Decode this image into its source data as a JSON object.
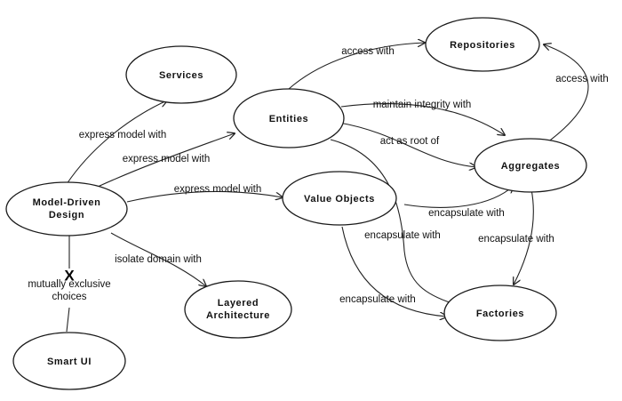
{
  "nodes": {
    "services": {
      "lines": [
        "Services"
      ]
    },
    "entities": {
      "lines": [
        "Entities"
      ]
    },
    "repositories": {
      "lines": [
        "Repositories"
      ]
    },
    "aggregates": {
      "lines": [
        "Aggregates"
      ]
    },
    "model_driven_design": {
      "lines": [
        "Model-Driven",
        "Design"
      ]
    },
    "value_objects": {
      "lines": [
        "Value Objects"
      ]
    },
    "layered_architecture": {
      "lines": [
        "Layered",
        "Architecture"
      ]
    },
    "factories": {
      "lines": [
        "Factories"
      ]
    },
    "smart_ui": {
      "lines": [
        "Smart UI"
      ]
    }
  },
  "edges": {
    "mdd_to_services": "express model with",
    "mdd_to_entities": "express model with",
    "mdd_to_value_objects": "express model with",
    "mdd_to_layered": "isolate domain with",
    "mdd_smart_ui": "mutually exclusive choices",
    "entities_to_repositories": "access with",
    "entities_to_aggregates_integrity": "maintain integrity with",
    "entities_to_aggregates_root": "act as root of",
    "entities_to_factories": "encapsulate with",
    "value_objects_to_aggregates": "encapsulate with",
    "value_objects_to_factories": "encapsulate with",
    "aggregates_to_repositories": "access with",
    "aggregates_to_factories": "encapsulate with"
  },
  "exclusive_marker": "X"
}
